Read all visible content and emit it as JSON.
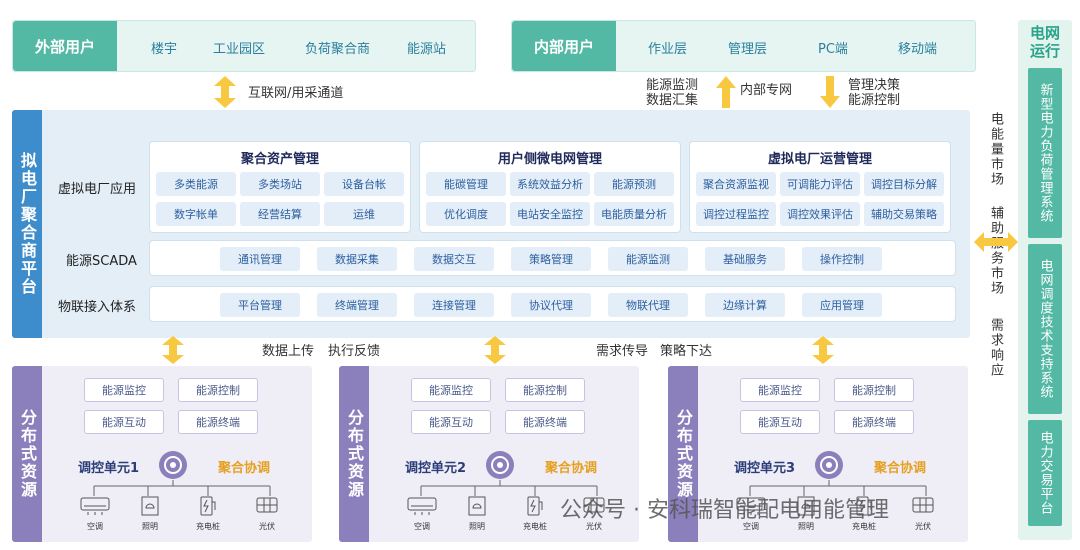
{
  "external": {
    "label": "外部用户",
    "items": [
      "楼宇",
      "工业园区",
      "负荷聚合商",
      "能源站"
    ]
  },
  "internal": {
    "label": "内部用户",
    "items": [
      "作业层",
      "管理层",
      "PC端",
      "移动端"
    ]
  },
  "links": {
    "internet": "互联网/用采通道",
    "monitor_line1": "能源监测",
    "monitor_line2": "数据汇集",
    "private_net": "内部专网",
    "decision_line1": "管理决策",
    "decision_line2": "能源控制"
  },
  "platform": {
    "label": "拟电厂聚合商平台",
    "vpp_app_label": "虚拟电厂应用",
    "scada_label": "能源SCADA",
    "iot_label": "物联接入体系",
    "panels": [
      {
        "title": "聚合资产管理",
        "items": [
          "多类能源",
          "多类场站",
          "设备台帐",
          "数字帐单",
          "经营结算",
          "运维"
        ]
      },
      {
        "title": "用户侧微电网管理",
        "items": [
          "能碳管理",
          "系统效益分析",
          "能源预测",
          "优化调度",
          "电站安全监控",
          "电能质量分析"
        ]
      },
      {
        "title": "虚拟电厂运营管理",
        "items": [
          "聚合资源监视",
          "可调能力评估",
          "调控目标分解",
          "调控过程监控",
          "调控效果评估",
          "辅助交易策略"
        ]
      }
    ],
    "scada_items": [
      "通讯管理",
      "数据采集",
      "数据交互",
      "策略管理",
      "能源监测",
      "基础服务",
      "操作控制"
    ],
    "iot_items": [
      "平台管理",
      "终端管理",
      "连接管理",
      "协议代理",
      "物联代理",
      "边缘计算",
      "应用管理"
    ]
  },
  "markets": [
    "电能量市场",
    "辅助服务市场",
    "需求响应"
  ],
  "grid": {
    "title_line1": "电网",
    "title_line2": "运行",
    "items": [
      "新型电力负荷管理系统",
      "电网调度技术支持系统",
      "电力交易平台"
    ]
  },
  "flows": {
    "upload": "数据上传",
    "feedback": "执行反馈",
    "demand": "需求传导",
    "strategy": "策略下达"
  },
  "distributed": {
    "label": "分布式资源",
    "chips": [
      "能源监控",
      "能源控制",
      "能源互动",
      "能源终端"
    ],
    "coord": "聚合协调",
    "units": [
      "调控单元1",
      "调控单元2",
      "调控单元3"
    ],
    "devices": [
      "空调",
      "照明",
      "充电桩",
      "光伏"
    ]
  },
  "watermark": "公众号 · 安科瑞智能配电用能管理"
}
